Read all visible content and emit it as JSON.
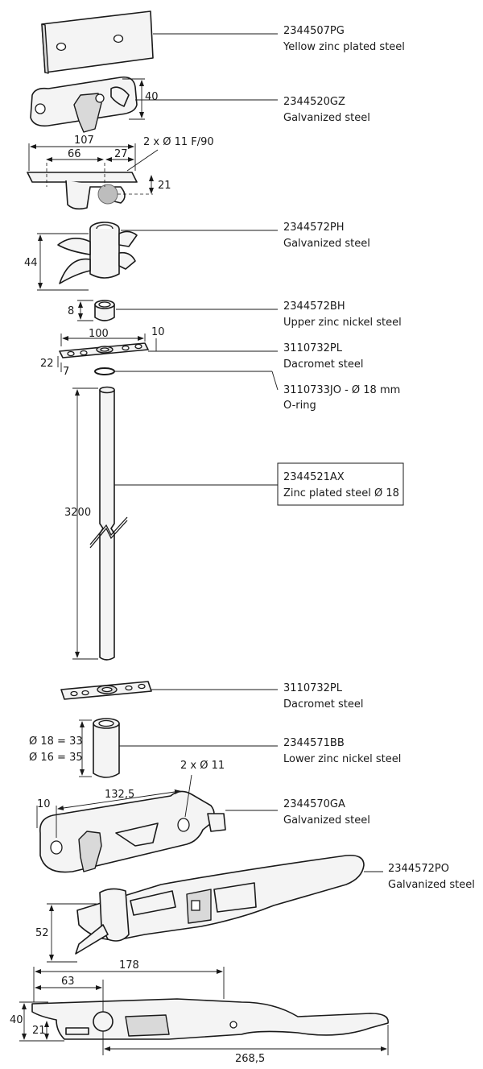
{
  "parts": [
    {
      "code": "2344507PG",
      "material": "Yellow zinc plated steel"
    },
    {
      "code": "2344520GZ",
      "material": "Galvanized steel"
    },
    {
      "code": "2344572PH",
      "material": "Galvanized steel"
    },
    {
      "code": "2344572BH",
      "material": "Upper zinc nickel steel"
    },
    {
      "code": "3110732PL",
      "material": "Dacromet steel"
    },
    {
      "code": "3110733JO - Ø 18 mm",
      "material": "O-ring"
    },
    {
      "code": "2344521AX",
      "material": "Zinc plated steel Ø 18"
    },
    {
      "code": "3110732PL",
      "material": "Dacromet steel"
    },
    {
      "code": "2344571BB",
      "material": "Lower zinc nickel steel"
    },
    {
      "code": "2344570GA",
      "material": "Galvanized steel"
    },
    {
      "code": "2344572PO",
      "material": "Galvanized steel"
    }
  ],
  "dimensions": {
    "d40_top": "40",
    "d107": "107",
    "d66": "66",
    "d27": "27",
    "holes_top": "2 x Ø 11 F/90",
    "d21_top": "21",
    "d44": "44",
    "d8": "8",
    "d100": "100",
    "d10_plate": "10",
    "d22": "22",
    "d7": "7",
    "d3200": "3200",
    "d18_33": "Ø 18 = 33",
    "d16_35": "Ø 16 = 35",
    "d10_bottom": "10",
    "d132_5": "132,5",
    "holes_bottom": "2 x Ø 11",
    "d52": "52",
    "d178": "178",
    "d63": "63",
    "d40_bottom": "40",
    "d21_bottom": "21",
    "d268_5": "268,5"
  }
}
